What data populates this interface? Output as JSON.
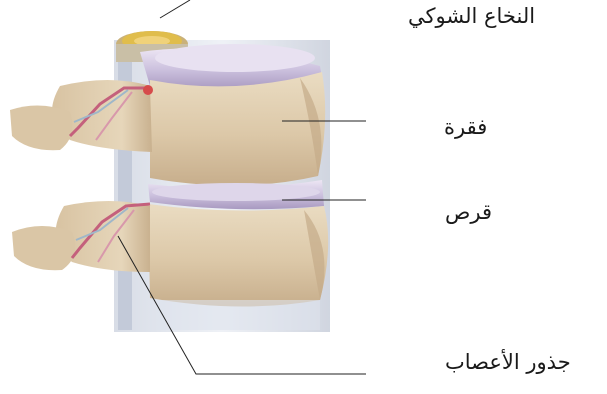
{
  "labels": {
    "spinal_cord": "النخاع الشوكي",
    "vertebra": "فقرة",
    "disc": "قرص",
    "nerve_roots": "جذور الأعصاب"
  },
  "colors": {
    "bone": "#e3d2b4",
    "bone_shadow": "#c2a987",
    "disc": "#c9bedb",
    "disc_light": "#e4dcef",
    "column": "#cdd4e2",
    "nerve": "#c4607c",
    "nerve_light": "#d898ab",
    "cord_yellow": "#e0bd4c",
    "leader_line": "#222222"
  },
  "icons": {
    "spine": "spine-illustration-icon"
  }
}
